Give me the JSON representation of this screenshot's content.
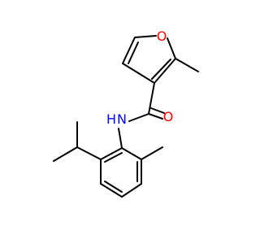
{
  "molecule": {
    "atoms": {
      "furan_oxygen": {
        "symbol": "O",
        "color": "#ff0000"
      },
      "carbonyl_oxygen": {
        "symbol": "O",
        "color": "#ff0000"
      },
      "amide_nitrogen": {
        "symbol": "N",
        "color": "#0000ff"
      },
      "amide_hydrogen": {
        "symbol": "H",
        "color": "#0000ff"
      }
    },
    "bond_color": "#000000"
  }
}
